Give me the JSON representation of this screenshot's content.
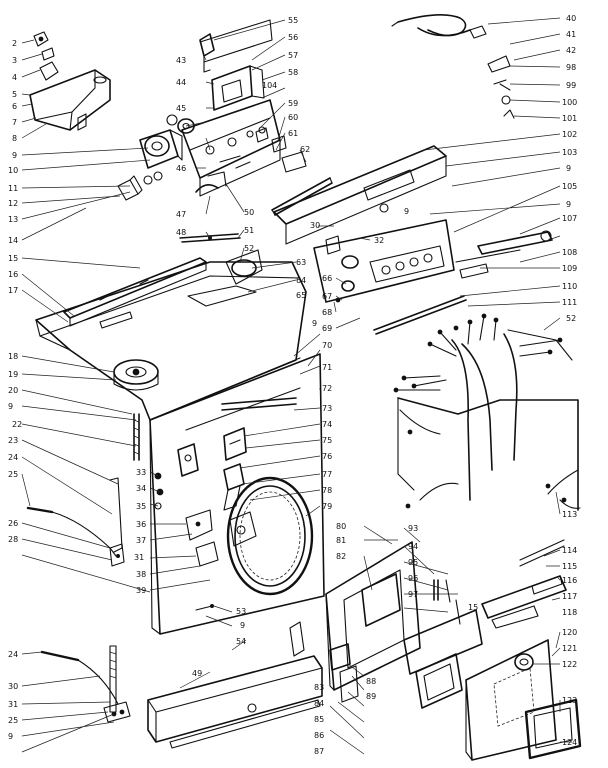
{
  "labels_left": [
    "2",
    "3",
    "4",
    "5",
    "6",
    "7",
    "8",
    "9",
    "10",
    "11",
    "12",
    "13",
    "14",
    "15",
    "16",
    "17",
    "18",
    "19",
    "20",
    "9",
    "22",
    "23",
    "24",
    "25",
    "26",
    "28",
    "24",
    "30",
    "31",
    "25",
    "9"
  ],
  "labels_mid": [
    "43",
    "44",
    "45",
    "46",
    "47",
    "48",
    "49",
    "50",
    "51",
    "52",
    "53",
    "54",
    "55",
    "56",
    "57",
    "58",
    "59",
    "60",
    "61",
    "62",
    "63",
    "64",
    "65",
    "66",
    "67",
    "68",
    "69",
    "70",
    "71",
    "72",
    "73",
    "74",
    "75",
    "76",
    "77",
    "78",
    "79",
    "80",
    "81",
    "82",
    "83",
    "84",
    "85",
    "86",
    "87",
    "88",
    "89",
    "9",
    "9",
    "9",
    "32",
    "30",
    "31",
    "33",
    "34",
    "35",
    "36",
    "37",
    "38",
    "39",
    "15"
  ],
  "labels_right": [
    "40",
    "41",
    "42",
    "98",
    "99",
    "100",
    "101",
    "102",
    "103",
    "9",
    "105",
    "9",
    "107",
    "108",
    "109",
    "110",
    "111",
    "52",
    "113",
    "114",
    "115",
    "116",
    "117",
    "118",
    "120",
    "121",
    "122",
    "123",
    "124",
    "93",
    "94",
    "95",
    "96",
    "97",
    "104"
  ],
  "icons": [
    "wiring-harness-icon",
    "power-cord-icon",
    "control-panel-icon",
    "door-icon",
    "timer-motor-icon"
  ]
}
